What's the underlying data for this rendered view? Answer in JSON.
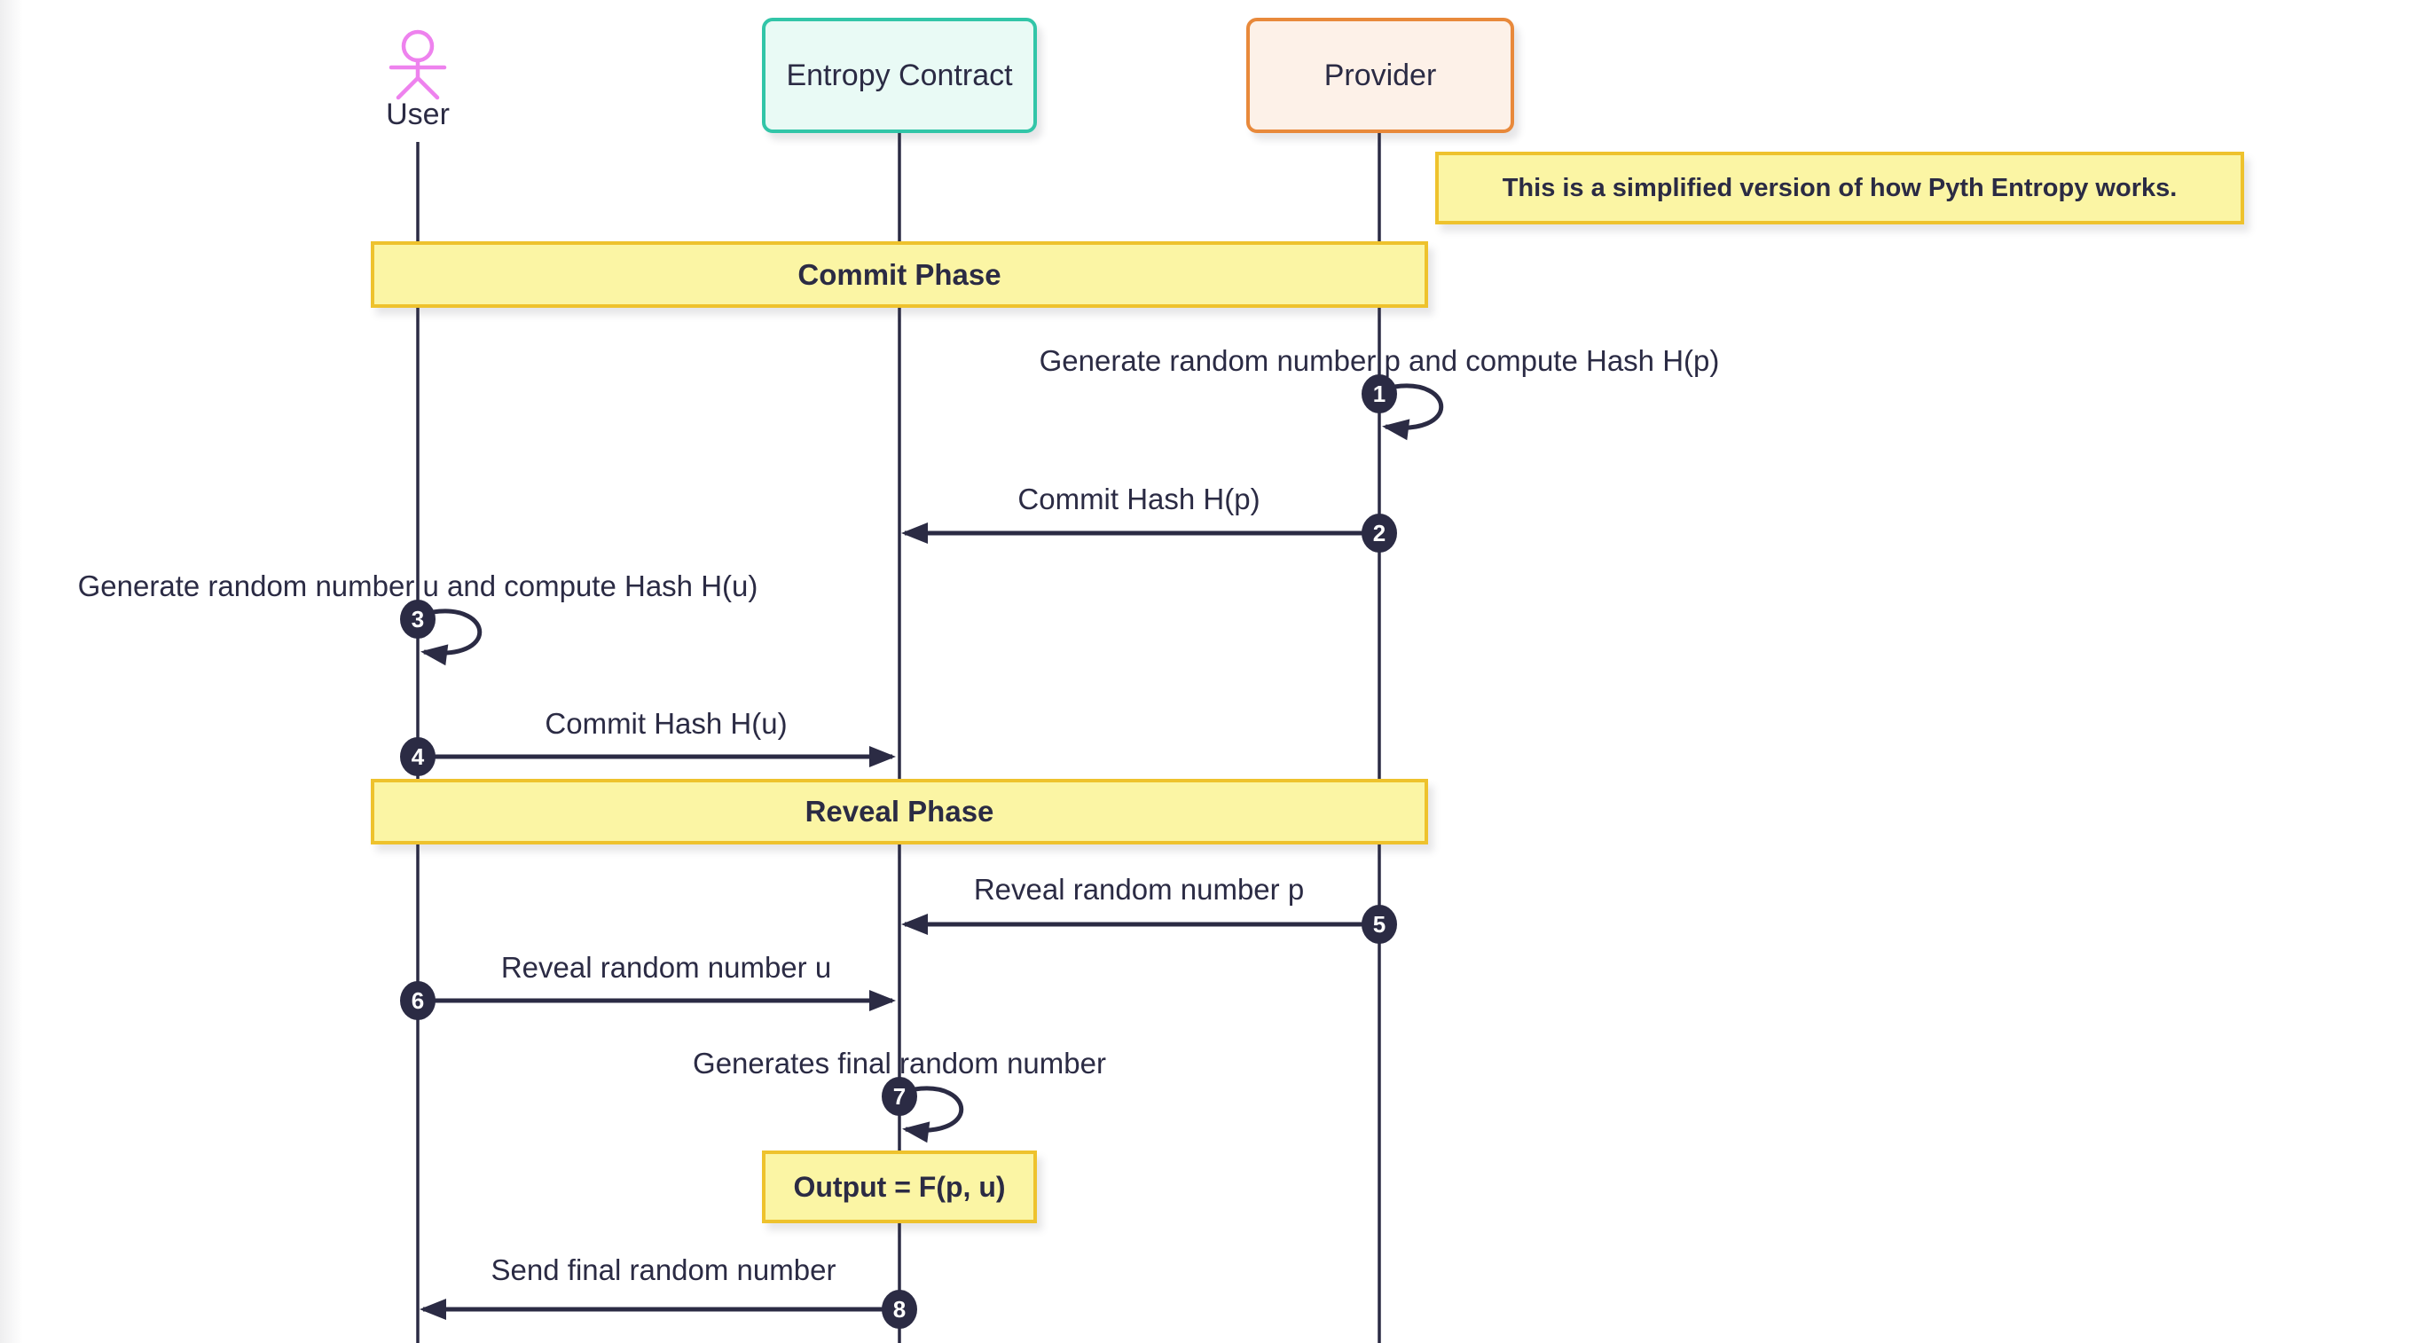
{
  "diagram": {
    "title_hint": "Pyth Entropy commit-reveal sequence",
    "actors": [
      {
        "name": "User",
        "type": "actor"
      },
      {
        "name": "Entropy Contract",
        "type": "participant"
      },
      {
        "name": "Provider",
        "type": "participant"
      }
    ],
    "note": "This is a simplified version of how Pyth Entropy works.",
    "phases": [
      {
        "label": "Commit Phase"
      },
      {
        "label": "Reveal Phase"
      }
    ],
    "messages": [
      {
        "num": "1",
        "text": "Generate random number p and compute Hash H(p)",
        "from": "Provider",
        "to": "Provider",
        "kind": "self-loop"
      },
      {
        "num": "2",
        "text": "Commit Hash H(p)",
        "from": "Provider",
        "to": "Entropy Contract",
        "kind": "arrow-left"
      },
      {
        "num": "3",
        "text": "Generate random number u and compute Hash H(u)",
        "from": "User",
        "to": "User",
        "kind": "self-loop"
      },
      {
        "num": "4",
        "text": "Commit Hash H(u)",
        "from": "User",
        "to": "Entropy Contract",
        "kind": "arrow-right"
      },
      {
        "num": "5",
        "text": "Reveal random number p",
        "from": "Provider",
        "to": "Entropy Contract",
        "kind": "arrow-left"
      },
      {
        "num": "6",
        "text": "Reveal random number u",
        "from": "User",
        "to": "Entropy Contract",
        "kind": "arrow-right"
      },
      {
        "num": "7",
        "text": "Generates final random number",
        "from": "Entropy Contract",
        "to": "Entropy Contract",
        "kind": "self-loop"
      },
      {
        "num": "8",
        "text": "Send final random number",
        "from": "Entropy Contract",
        "to": "User",
        "kind": "arrow-left"
      }
    ],
    "output_note": "Output = F(p, u)",
    "colors": {
      "navy": "#2b2b44",
      "violet": "#ee82ee",
      "teal": "#32c5a8",
      "mint": "#e9faf5",
      "orange": "#e8893b",
      "peach": "#fdf1e8",
      "yellow": "#fbf5a4",
      "gold": "#eec22d"
    }
  }
}
